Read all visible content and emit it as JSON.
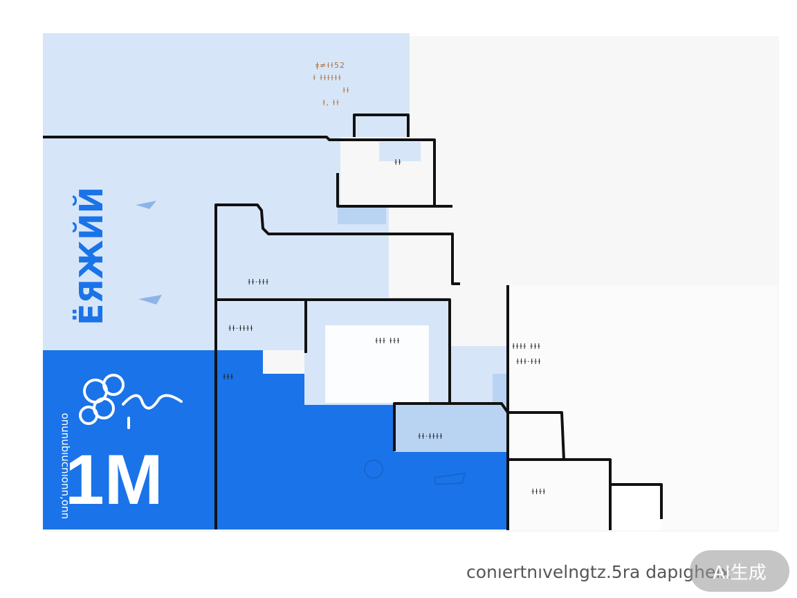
{
  "colors": {
    "light_blue": "#d6e6f8",
    "mid_blue": "#b9d3f3",
    "bright_blue": "#1a73e8",
    "outline": "#111111",
    "white": "#ffffff"
  },
  "caption": "conıertnıvelngtz.5ra dapıgheıx",
  "badge": {
    "label": "AI生成"
  },
  "graphic": {
    "big_vertical_text": "ЁЯЖЙЙ",
    "side_vertical_text": "uuoʻuuoıuɔnıqnunuo",
    "big_mark": "1M",
    "top_right_note_lines": [
      "ǂ≠ɫɫ52",
      "ɫ ɫɫɫɫɫɫ",
      "ɫɫ",
      "ɫ, ɫɫ"
    ],
    "room_labels": [
      "ɫɫ",
      "ɫɫ·ɫɫɫ",
      "ɫɫ·ɫɫɫɫ",
      "ɫɫɫ ɫɫɫ",
      "ɫɫɫ",
      "ɫɫ·ɫɫɫɫ",
      "ɫɫɫɫ ɫɫɫ",
      "ɫɫɫ·ɫɫɫ",
      "ɫɫɫɫ"
    ]
  }
}
